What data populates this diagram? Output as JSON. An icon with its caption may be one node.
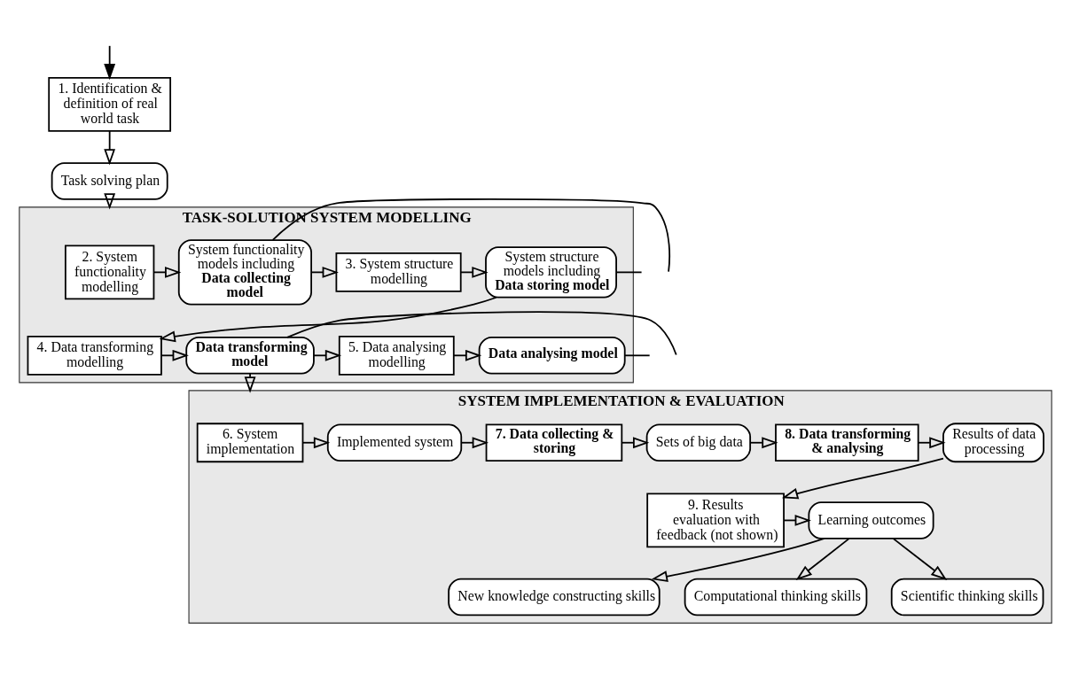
{
  "diagram": {
    "nodes": [
      {
        "text": [
          "1. Identification & definition of real world task"
        ]
      },
      {
        "text": [
          "Task solving plan"
        ]
      },
      {
        "text": [
          "TASK-SOLUTION SYSTEM MODELLING"
        ]
      },
      {
        "text": [
          "2. System functionality modelling"
        ],
        "in": 2
      },
      {
        "text": [
          "System functionality models including **Data collecting model**"
        ],
        "in": 2
      },
      {
        "text": [
          "3. System structure modelling"
        ],
        "in": 2
      },
      {
        "text": [
          "System structure models including **Data storing model**"
        ],
        "in": 2
      },
      {
        "text": [
          "4. Data transforming modelling"
        ],
        "in": 2
      },
      {
        "text": [
          "Data transforming model"
        ],
        "in": 2
      },
      {
        "text": [
          "5. Data analysing modelling"
        ],
        "in": 2
      },
      {
        "text": [
          "Data analysing model"
        ],
        "in": 2
      },
      {
        "text": [
          "SYSTEM IMPLEMENTATION & EVALUATION"
        ]
      },
      {
        "text": [
          "6. System implementation"
        ],
        "in": 11
      },
      {
        "text": [
          "Implemented system"
        ],
        "in": 11
      },
      {
        "text": [
          "7. Data collecting & storing"
        ],
        "in": 11
      },
      {
        "text": [
          "Sets of big data"
        ],
        "in": 11
      },
      {
        "text": [
          "8. Data transforming & analysing"
        ],
        "in": 11
      },
      {
        "text": [
          "Results of data processing"
        ],
        "in": 11
      },
      {
        "text": [
          "9. Results evaluation with feedback (not shown)"
        ],
        "in": 11
      },
      {
        "text": [
          "Learning outcomes"
        ],
        "in": 11
      },
      {
        "text": [
          "New knowledge constructing skills"
        ],
        "in": 11
      },
      {
        "text": [
          "Computational thinking skills"
        ],
        "in": 11
      },
      {
        "text": [
          "Scientific thinking skills"
        ],
        "in": 11
      }
    ],
    "edges": [
      {
        "from": null,
        "to": 0,
        "arrow": "to"
      },
      {
        "from": 0,
        "to": 1,
        "arrow": "to"
      },
      {
        "from": 1,
        "to": 2,
        "arrow": "to"
      },
      {
        "from": 3,
        "to": 4,
        "arrow": "to"
      },
      {
        "from": 4,
        "to": 5,
        "arrow": "to"
      },
      {
        "from": 5,
        "to": 6,
        "arrow": "to"
      },
      {
        "from": 6,
        "to": null,
        "arrow": "none"
      },
      {
        "from": 4,
        "to": null,
        "arrow": "none"
      },
      {
        "from": 6,
        "to": 7,
        "arrow": "to"
      },
      {
        "from": 7,
        "to": 8,
        "arrow": "to"
      },
      {
        "from": 8,
        "to": 9,
        "arrow": "to"
      },
      {
        "from": 9,
        "to": 10,
        "arrow": "to"
      },
      {
        "from": 10,
        "to": null,
        "arrow": "none"
      },
      {
        "from": 8,
        "to": 11,
        "arrow": "to"
      },
      {
        "from": 8,
        "to": null,
        "arrow": "none"
      },
      {
        "from": 12,
        "to": 13,
        "arrow": "to"
      },
      {
        "from": 13,
        "to": 14,
        "arrow": "to"
      },
      {
        "from": 14,
        "to": 15,
        "arrow": "to"
      },
      {
        "from": 15,
        "to": 16,
        "arrow": "to"
      },
      {
        "from": 16,
        "to": 17,
        "arrow": "to"
      },
      {
        "from": 17,
        "to": 18,
        "arrow": "to"
      },
      {
        "from": 18,
        "to": 19,
        "arrow": "to"
      },
      {
        "from": 19,
        "to": 20,
        "arrow": "to"
      },
      {
        "from": 19,
        "to": 21,
        "arrow": "to"
      },
      {
        "from": 19,
        "to": 22,
        "arrow": "to"
      }
    ]
  }
}
